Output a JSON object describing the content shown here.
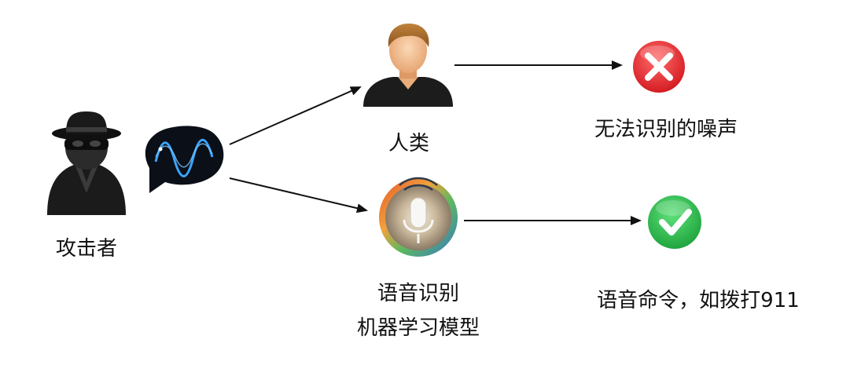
{
  "nodes": {
    "attacker": {
      "label": "攻击者",
      "icon": "hacker-icon"
    },
    "audio": {
      "icon": "sound-wave-bubble-icon"
    },
    "human": {
      "label": "人类",
      "icon": "person-icon"
    },
    "asr": {
      "label_line1": "语音识别",
      "label_line2": "机器学习模型",
      "icon": "microphone-icon"
    },
    "noise": {
      "label": "无法识别的噪声",
      "icon": "error-x-icon",
      "color": "#e0252b"
    },
    "command": {
      "label": "语音命令，如拨打911",
      "icon": "success-check-icon",
      "color": "#2db84d"
    }
  },
  "edges": [
    {
      "from": "audio",
      "to": "human"
    },
    {
      "from": "audio",
      "to": "asr"
    },
    {
      "from": "human",
      "to": "noise"
    },
    {
      "from": "asr",
      "to": "command"
    }
  ]
}
